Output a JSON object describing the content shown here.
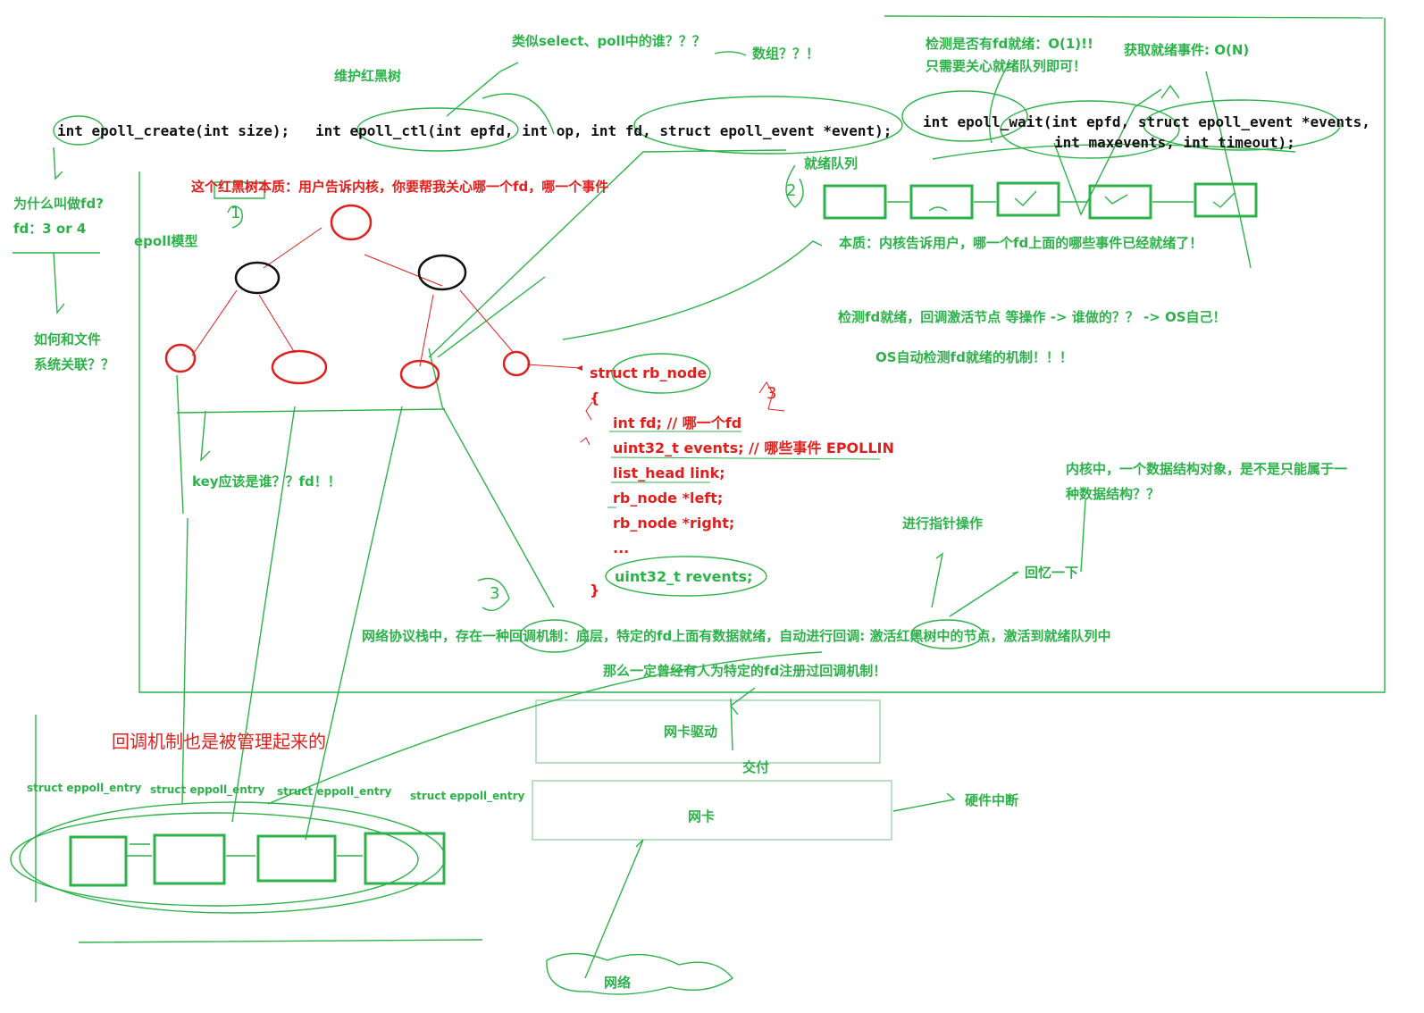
{
  "api": {
    "create": "int epoll_create(int size);",
    "ctl": "int epoll_ctl(int epfd, int op, int fd, struct epoll_event *event);",
    "wait_line1": "int epoll_wait(int epfd, struct epoll_event *events,",
    "wait_line2": "int maxevents, int timeout);"
  },
  "notes": {
    "similar_to": "类似select、poll中的谁？？？",
    "array": "数组？？！",
    "maintain_rbtree": "维护红黑树",
    "check_ready_line1": "检测是否有fd就绪：O(1)!!",
    "check_ready_line2": "只需要关心就绪队列即可！",
    "get_ready": "获取就绪事件: O(N)",
    "ready_queue": "就绪队列",
    "rbtree_essence": "这个红黑树本质：用户告诉内核，你要帮我关心哪一个fd，哪一个事件",
    "why_fd_line1": "为什么叫做fd?",
    "why_fd_line2": "fd：3 or 4",
    "epoll_model": "epoll模型",
    "essence_kernel": "本质：内核告诉用户，哪一个fd上面的哪些事件已经就绪了！",
    "detect_who": "检测fd就绪，回调激活节点 等操作 -> 谁做的？？ -> OS自己！",
    "os_auto": "OS自动检测fd就绪的机制！！！",
    "file_assoc_line1": "如何和文件",
    "file_assoc_line2": "系统关联？？",
    "key_who": "key应该是谁？？fd！！",
    "kernel_struct_line1": "内核中，一个数据结构对象，是不是只能属于一",
    "kernel_struct_line2": "种数据结构？？",
    "pointer_ops": "进行指针操作",
    "recall": "回忆一下",
    "callback_line": "网络协议栈中，存在一种回调机制：底层，特定的fd上面有数据就绪，自动进行回调: 激活红黑树中的节点，激活到就绪队列中",
    "registered": "那么一定曾经有人为特定的fd注册过回调机制！",
    "callback_managed": "回调机制也是被管理起来的",
    "nic_driver": "网卡驱动",
    "deliver": "交付",
    "nic": "网卡",
    "hw_interrupt": "硬件中断",
    "network": "网络",
    "num1": "1",
    "num2": "2",
    "num3": "3",
    "num3b": "3"
  },
  "rb_node": {
    "header": "struct rb_node",
    "open": "{",
    "fields": [
      "int fd; // 哪一个fd",
      "uint32_t events; // 哪些事件 EPOLLIN",
      "list_head link;",
      "rb_node *left;",
      "rb_node *right;",
      "...",
      "uint32_t revents;"
    ],
    "close": "}"
  },
  "eppoll_entries": [
    "struct eppoll_entry",
    "struct eppoll_entry",
    "struct eppoll_entry",
    "struct eppoll_entry"
  ],
  "colors": {
    "green": "#2db24a",
    "red": "#e0201e",
    "black": "#111111"
  }
}
